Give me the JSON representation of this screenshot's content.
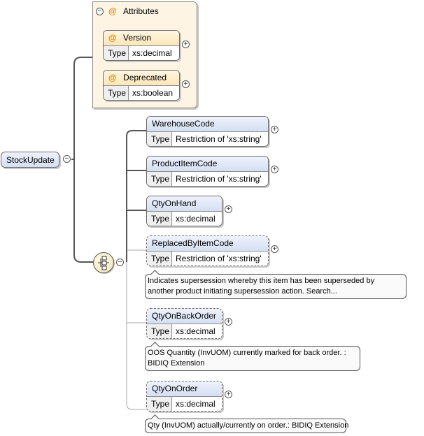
{
  "root": {
    "label": "StockUpdate"
  },
  "attributes": {
    "title": "Attributes",
    "at_symbol": "@",
    "collapse_glyph": "−",
    "items": [
      {
        "name": "Version",
        "type_label": "Type",
        "type": "xs:decimal"
      },
      {
        "name": "Deprecated",
        "type_label": "Type",
        "type": "xs:boolean"
      }
    ]
  },
  "elements": [
    {
      "name": "WarehouseCode",
      "type_label": "Type",
      "type": "Restriction of 'xs:string'",
      "optional": false
    },
    {
      "name": "ProductItemCode",
      "type_label": "Type",
      "type": "Restriction of 'xs:string'",
      "optional": false
    },
    {
      "name": "QtyOnHand",
      "type_label": "Type",
      "type": "xs:decimal",
      "optional": false
    },
    {
      "name": "ReplacedByItemCode",
      "type_label": "Type",
      "type": "Restriction of 'xs:string'",
      "optional": true,
      "doc": [
        "Indicates supersession whereby this item has been superseded by",
        "another product initiating supersession action. Search..."
      ]
    },
    {
      "name": "QtyOnBackOrder",
      "type_label": "Type",
      "type": "xs:decimal",
      "optional": true,
      "doc": [
        "OOS Quantity (InvUOM) currently marked for back order. :",
        "BIDIQ Extension"
      ]
    },
    {
      "name": "QtyOnOrder",
      "type_label": "Type",
      "type": "xs:decimal",
      "optional": true,
      "doc": [
        "Qty (InvUOM) actually/currently on order.: BIDIQ Extension"
      ]
    }
  ],
  "glyphs": {
    "expand": "+",
    "collapse": "−"
  },
  "colors": {
    "element_header": "#d5dff3",
    "attribute_header": "#fde6b8",
    "attribute_group_bg": "#fdf4e3",
    "at_symbol": "#e08a00",
    "wire": "#555555",
    "optional_wire": "#a8a8a8"
  },
  "icons": {
    "sequence": "sequence-compositor-icon",
    "toggle": "expand-collapse-toggle-icon"
  }
}
